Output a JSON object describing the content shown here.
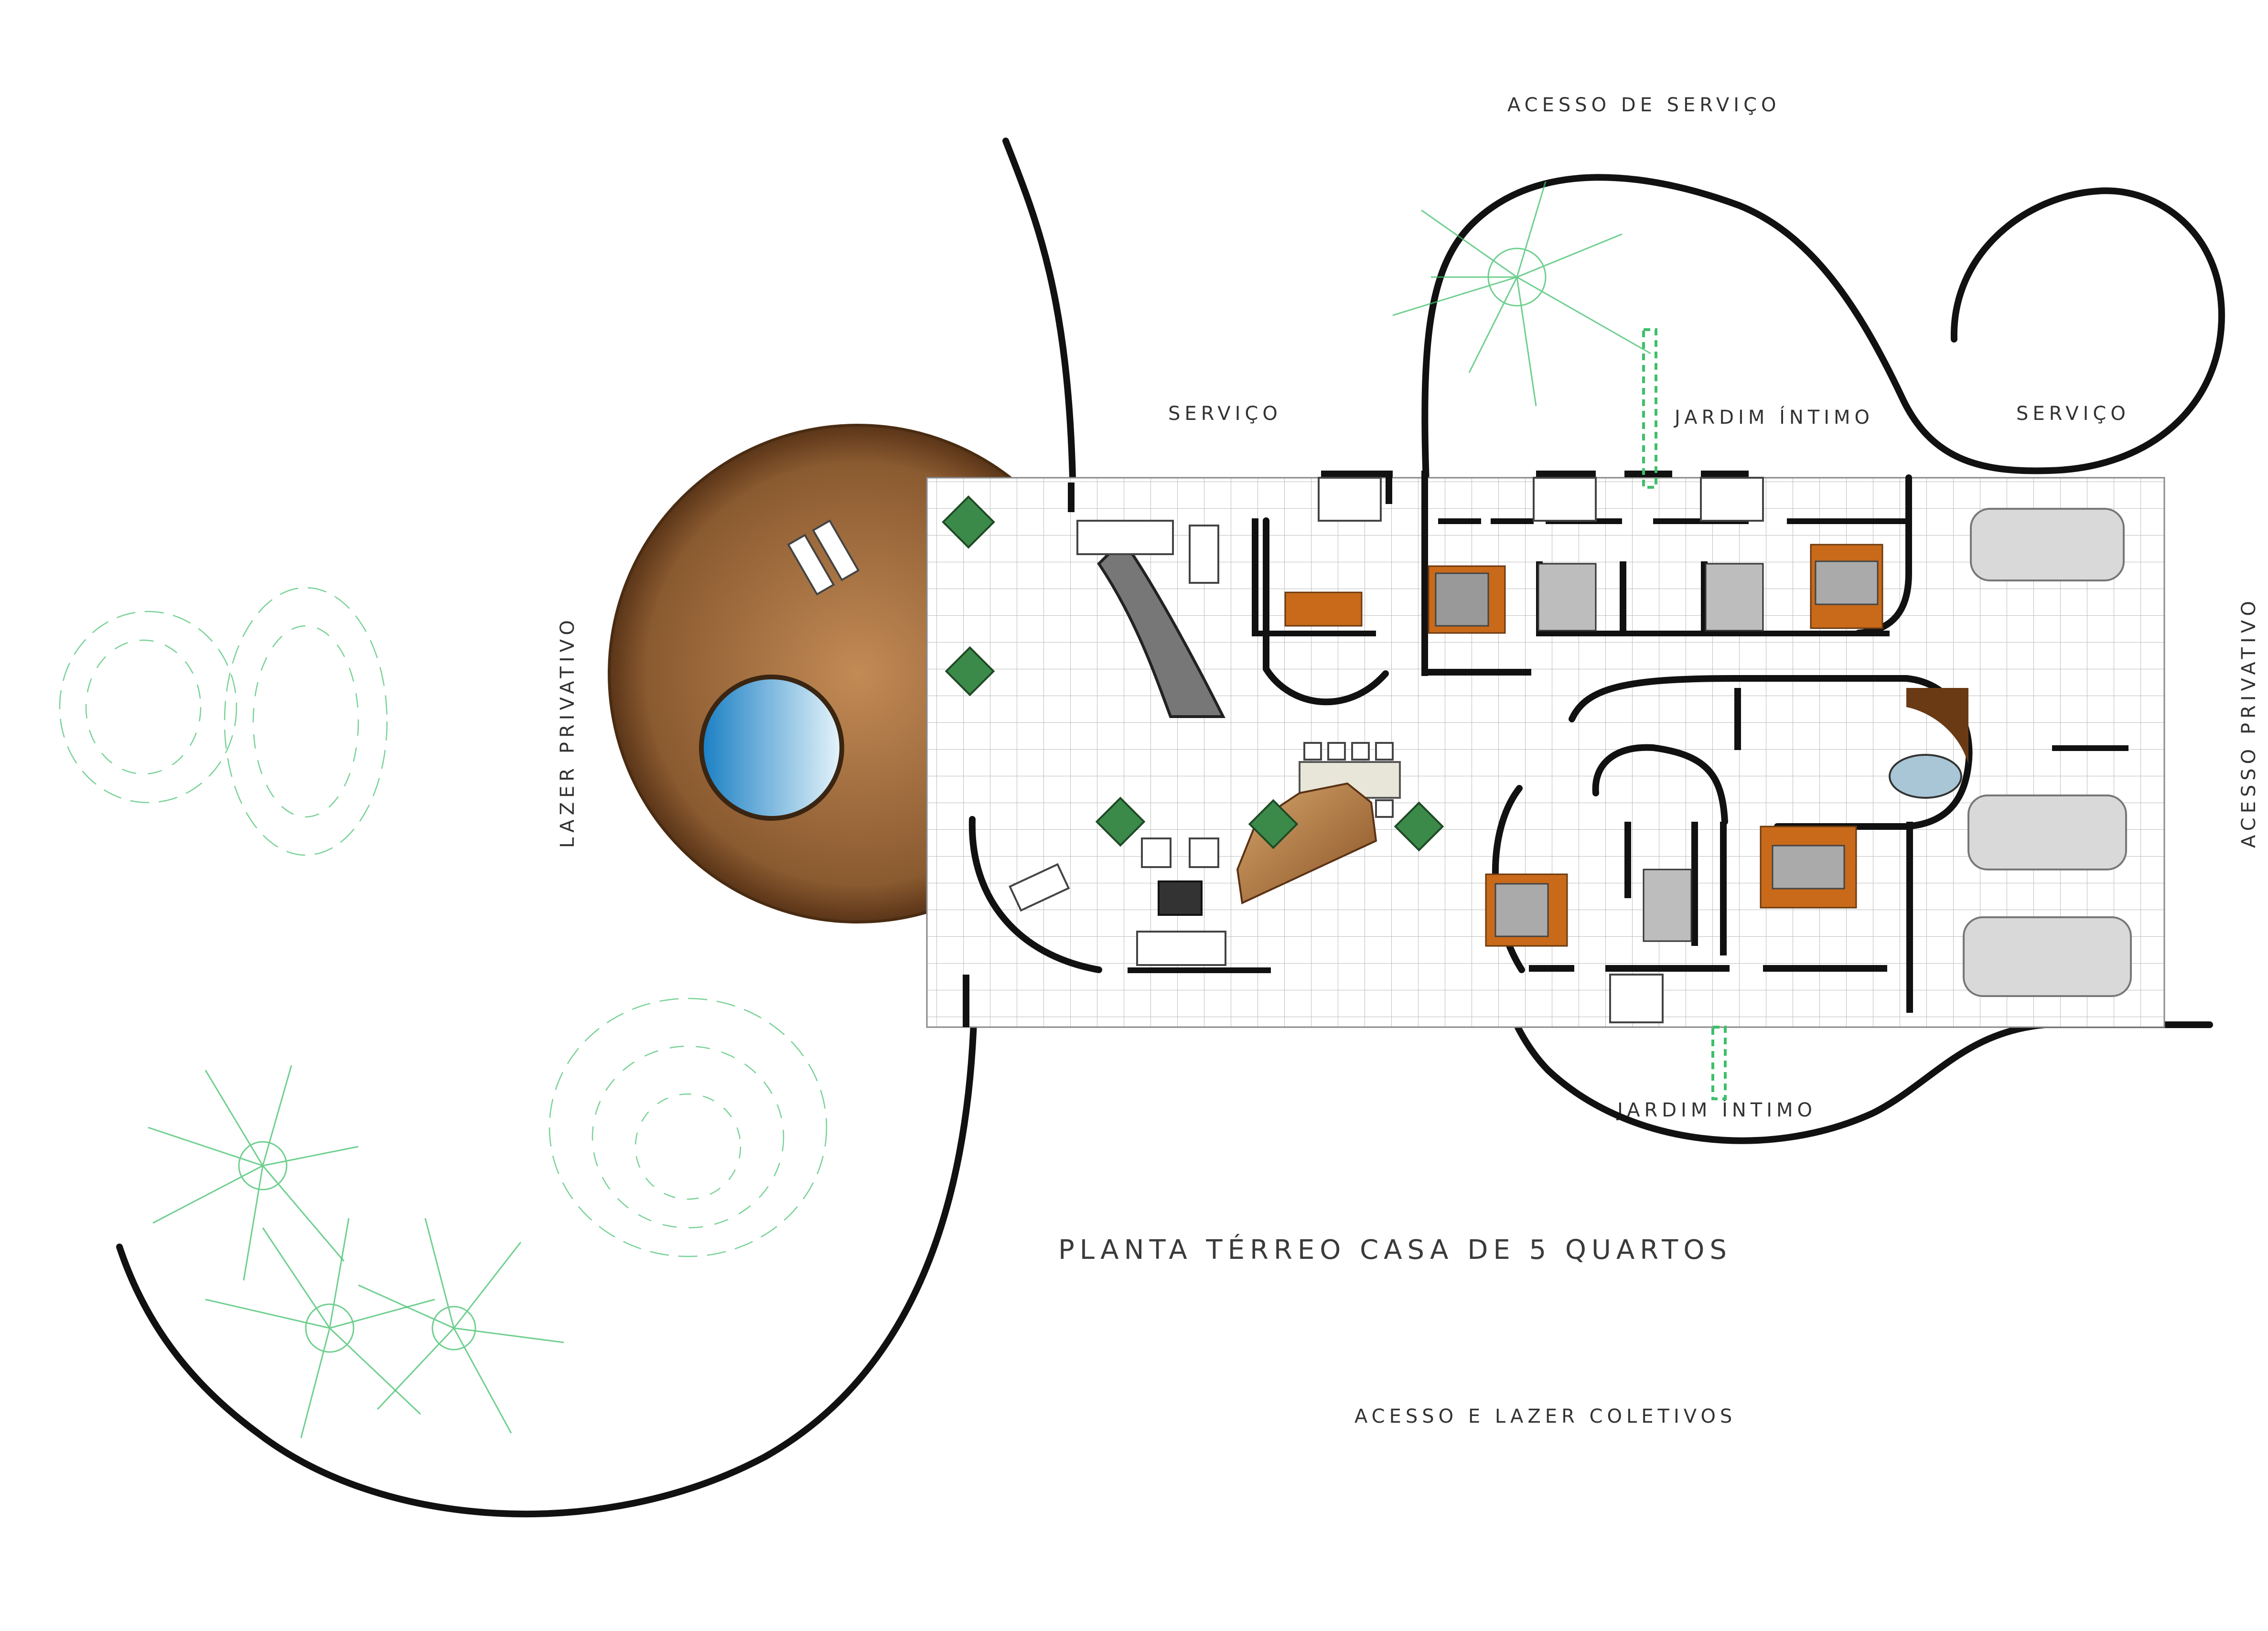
{
  "title": "PLANTA TÉRREO CASA DE 5 QUARTOS",
  "zones": {
    "acesso_servico": "ACESSO DE SERVIÇO",
    "servico_left": "SERVIÇO",
    "servico_right": "SERVIÇO",
    "jardim_intimo_top": "JARDIM ÍNTIMO",
    "jardim_intimo_bottom": "JARDIM ÍNTIMO",
    "lazer_privativo": "LAZER PRIVATIVO",
    "acesso_privativo": "ACESSO PRIVATIVO",
    "acesso_lazer_coletivos": "ACESSO E LAZER COLETIVOS"
  },
  "colors": {
    "deck": "#8a5a30",
    "pool": "#2a9ad8",
    "wall": "#111111",
    "grid": "#bdbdbd",
    "vegetation": "#3fbf6a",
    "bed": "#c96a1a"
  }
}
